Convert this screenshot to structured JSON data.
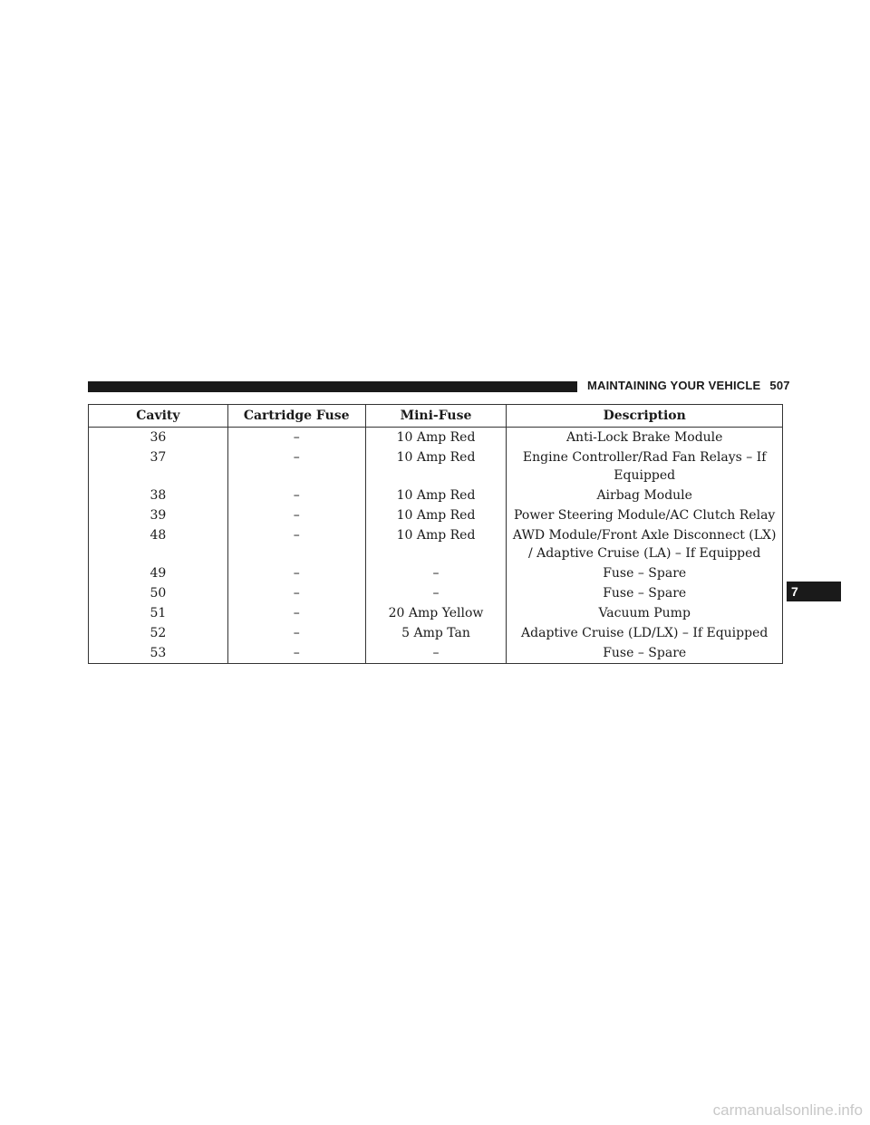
{
  "header": {
    "section_title": "MAINTAINING YOUR VEHICLE",
    "page_number": "507"
  },
  "table": {
    "columns": [
      "Cavity",
      "Cartridge Fuse",
      "Mini-Fuse",
      "Description"
    ],
    "rows": [
      {
        "cavity": "36",
        "cartridge": "–",
        "mini": "10 Amp Red",
        "description": "Anti-Lock Brake Module"
      },
      {
        "cavity": "37",
        "cartridge": "–",
        "mini": "10 Amp Red",
        "description": "Engine Controller/Rad Fan Relays – If Equipped"
      },
      {
        "cavity": "38",
        "cartridge": "–",
        "mini": "10 Amp Red",
        "description": "Airbag Module"
      },
      {
        "cavity": "39",
        "cartridge": "–",
        "mini": "10 Amp Red",
        "description": "Power Steering Module/AC Clutch Relay"
      },
      {
        "cavity": "48",
        "cartridge": "–",
        "mini": "10 Amp Red",
        "description": "AWD Module/Front Axle Disconnect (LX) / Adaptive Cruise (LA) – If Equipped"
      },
      {
        "cavity": "49",
        "cartridge": "–",
        "mini": "–",
        "description": "Fuse – Spare"
      },
      {
        "cavity": "50",
        "cartridge": "–",
        "mini": "–",
        "description": "Fuse – Spare"
      },
      {
        "cavity": "51",
        "cartridge": "–",
        "mini": "20 Amp Yellow",
        "description": "Vacuum Pump"
      },
      {
        "cavity": "52",
        "cartridge": "–",
        "mini": "5 Amp Tan",
        "description": "Adaptive Cruise (LD/LX) – If Equipped"
      },
      {
        "cavity": "53",
        "cartridge": "–",
        "mini": "–",
        "description": "Fuse – Spare"
      }
    ]
  },
  "section_tab": "7",
  "watermark": "carmanualsonline.info"
}
